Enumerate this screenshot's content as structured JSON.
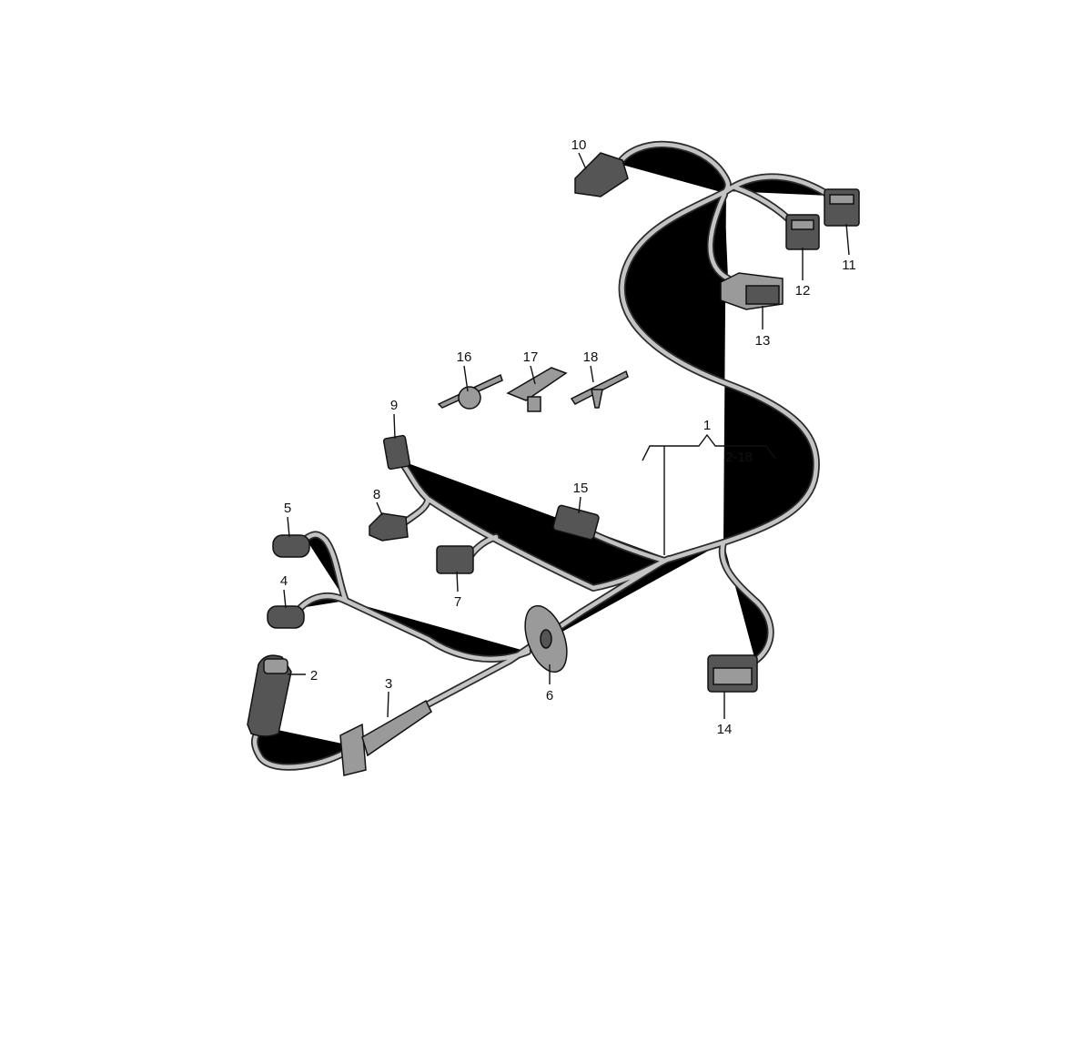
{
  "diagram": {
    "group_label": "1",
    "group_range": "2-18",
    "callouts": [
      "2",
      "3",
      "4",
      "5",
      "6",
      "7",
      "8",
      "9",
      "10",
      "11",
      "12",
      "13",
      "14",
      "15",
      "16",
      "17",
      "18"
    ]
  }
}
